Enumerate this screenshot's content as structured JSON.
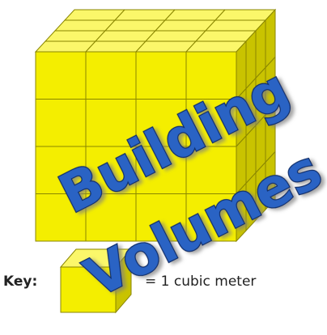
{
  "title": {
    "word1": "Building",
    "word2": "Volumes"
  },
  "key": {
    "label": "Key:",
    "value": "= 1 cubic meter"
  },
  "cube": {
    "columns": 4,
    "rows": 4,
    "depth": 4,
    "front_color": "#f4ee00",
    "side_color": "#c9c300",
    "top_color": "#fbf76a",
    "edge_color": "#8a8600"
  },
  "title_colors": {
    "fill": "#2c64c4",
    "outline": "#0f2d6b",
    "shadow": "#9ab4e0"
  }
}
